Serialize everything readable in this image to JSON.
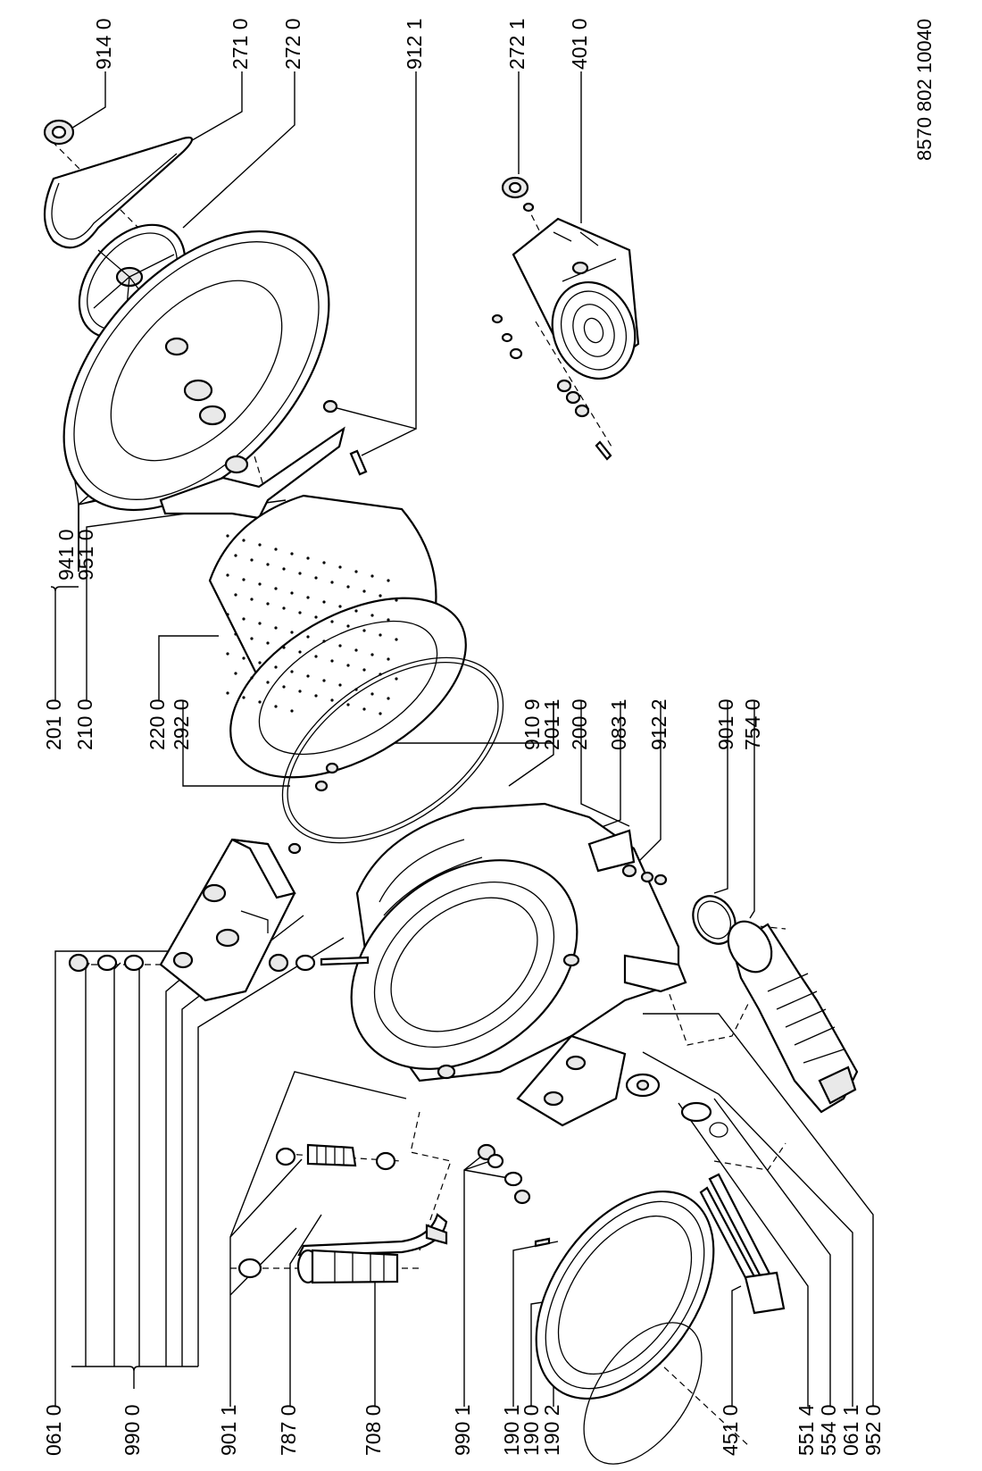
{
  "document_id": "8570 802 10040",
  "callouts": [
    {
      "id": "061-0",
      "text": "061 0"
    },
    {
      "id": "990-0",
      "text": "990 0"
    },
    {
      "id": "901-1",
      "text": "901 1"
    },
    {
      "id": "787-0",
      "text": "787 0"
    },
    {
      "id": "708-0",
      "text": "708 0"
    },
    {
      "id": "990-1",
      "text": "990 1"
    },
    {
      "id": "190-1",
      "text": "190 1"
    },
    {
      "id": "190-0",
      "text": "190 0"
    },
    {
      "id": "190-2",
      "text": "190 2"
    },
    {
      "id": "451-0",
      "text": "451 0"
    },
    {
      "id": "551-4",
      "text": "551 4"
    },
    {
      "id": "554-0",
      "text": "554 0"
    },
    {
      "id": "061-1",
      "text": "061 1"
    },
    {
      "id": "952-0",
      "text": "952 0"
    },
    {
      "id": "201-0",
      "text": "201 0"
    },
    {
      "id": "941-0",
      "text": "941 0"
    },
    {
      "id": "951-0",
      "text": "951 0"
    },
    {
      "id": "210-0",
      "text": "210 0"
    },
    {
      "id": "220-0",
      "text": "220 0"
    },
    {
      "id": "292-0",
      "text": "292 0"
    },
    {
      "id": "910-9",
      "text": "910 9"
    },
    {
      "id": "201-1",
      "text": "201 1"
    },
    {
      "id": "200-0",
      "text": "200 0"
    },
    {
      "id": "083-1",
      "text": "083 1"
    },
    {
      "id": "912-2",
      "text": "912 2"
    },
    {
      "id": "901-0",
      "text": "901 0"
    },
    {
      "id": "754-0",
      "text": "754 0"
    },
    {
      "id": "914-0",
      "text": "914 0"
    },
    {
      "id": "271-0",
      "text": "271 0"
    },
    {
      "id": "272-0",
      "text": "272 0"
    },
    {
      "id": "912-1",
      "text": "912 1"
    },
    {
      "id": "272-1",
      "text": "272 1"
    },
    {
      "id": "401-0",
      "text": "401 0"
    }
  ]
}
